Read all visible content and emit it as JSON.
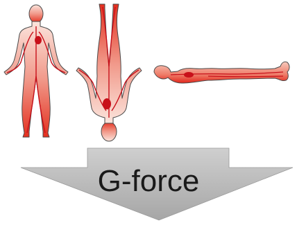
{
  "figure": {
    "force_label": "G-force",
    "figures": [
      {
        "name": "upright-body",
        "orientation": "upright"
      },
      {
        "name": "inverted-body",
        "orientation": "inverted"
      },
      {
        "name": "supine-body",
        "orientation": "supine"
      }
    ],
    "colors": {
      "body_light": "#f9d8cf",
      "body_mid": "#ef8a78",
      "body_dark": "#e2251b",
      "vessel": "#c8101a",
      "outline": "#4a4a4a",
      "arrow_top": "#c9c9c9",
      "arrow_bottom": "#a9a9a9"
    }
  }
}
